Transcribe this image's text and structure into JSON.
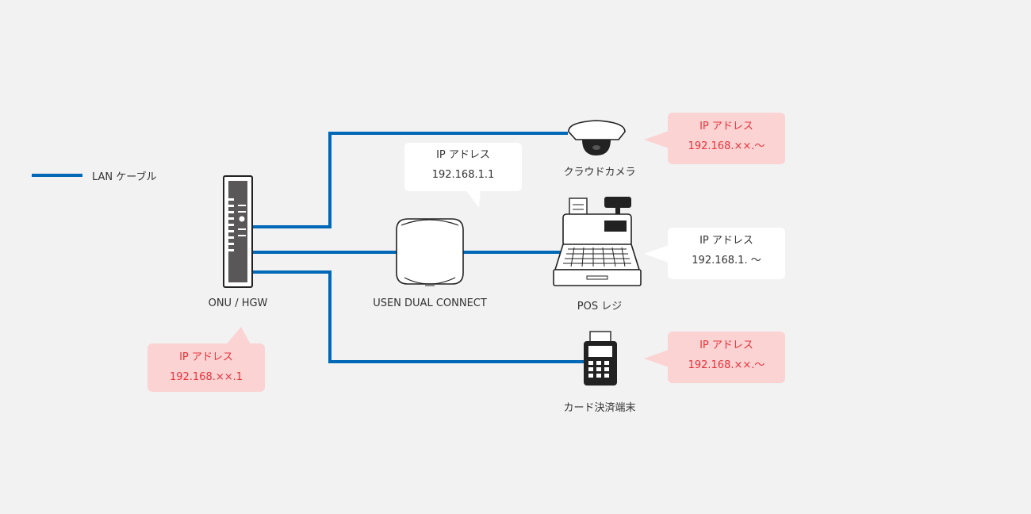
{
  "legend": {
    "label": "LAN ケーブル",
    "color": "#0068b7"
  },
  "colors": {
    "cable": "#0068b7",
    "pink_bubble": "#fbd3d3",
    "pink_text": "#e8333c",
    "white_bubble": "#ffffff"
  },
  "devices": {
    "onu": {
      "label": "ONU / HGW",
      "ip_title": "IP アドレス",
      "ip_value": "192.168.××.1"
    },
    "router": {
      "label": "USEN DUAL CONNECT",
      "ip_title": "IP アドレス",
      "ip_value": "192.168.1.1"
    },
    "camera": {
      "label": "クラウドカメラ",
      "ip_title": "IP アドレス",
      "ip_value": "192.168.××.～"
    },
    "pos": {
      "label": "POS レジ",
      "ip_title": "IP アドレス",
      "ip_value": "192.168.1. ～"
    },
    "card": {
      "label": "カード決済端末",
      "ip_title": "IP アドレス",
      "ip_value": "192.168.××.～"
    }
  }
}
